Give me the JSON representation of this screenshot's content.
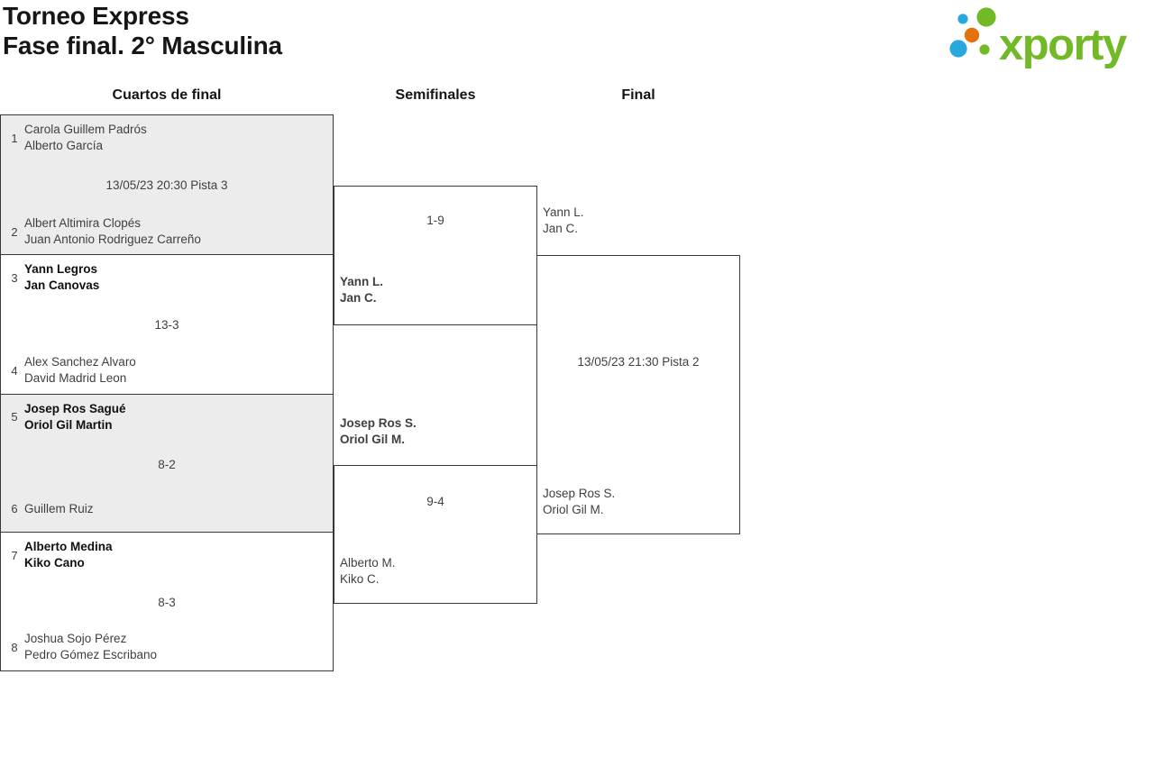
{
  "header": {
    "title_line1": "Torneo Express",
    "title_line2": "Fase final. 2° Masculina"
  },
  "logo": {
    "text": "xporty",
    "green": "#72b928",
    "blue": "#29a8e0",
    "orange": "#e2710e"
  },
  "columns": [
    {
      "label": "Cuartos de final"
    },
    {
      "label": "Semifinales"
    },
    {
      "label": "Final"
    }
  ],
  "bracket": {
    "quarterfinals": [
      {
        "seed_top": "1",
        "team_top": [
          "Carola Guillem Padrós",
          "Alberto García"
        ],
        "center": "13/05/23 20:30 Pista 3",
        "seed_bottom": "2",
        "team_bottom": [
          "Albert Altimira Clopés",
          "Juan Antonio Rodriguez Carreño"
        ],
        "winner": null
      },
      {
        "seed_top": "3",
        "team_top": [
          "Yann Legros",
          "Jan Canovas"
        ],
        "center": "13-3",
        "seed_bottom": "4",
        "team_bottom": [
          "Alex Sanchez Alvaro",
          "David Madrid Leon"
        ],
        "winner": "top"
      },
      {
        "seed_top": "5",
        "team_top": [
          "Josep Ros Sagué",
          "Oriol Gil Martin"
        ],
        "center": "8-2",
        "seed_bottom": "6",
        "team_bottom": [
          "Guillem Ruiz"
        ],
        "winner": "top"
      },
      {
        "seed_top": "7",
        "team_top": [
          "Alberto Medina",
          "Kiko Cano"
        ],
        "center": "8-3",
        "seed_bottom": "8",
        "team_bottom": [
          "Joshua Sojo Pérez",
          "Pedro Gómez Escribano"
        ],
        "winner": "top"
      }
    ],
    "semifinals": [
      {
        "score": "1-9",
        "team_bottom": [
          "Yann L.",
          "Jan C."
        ],
        "winner": "bottom"
      },
      {
        "score": "9-4",
        "team_top": [
          "Josep Ros S.",
          "Oriol Gil M."
        ],
        "team_bottom": [
          "Alberto M.",
          "Kiko C."
        ],
        "winner": "top"
      }
    ],
    "final": {
      "center": "13/05/23 21:30 Pista 2",
      "team_top": [
        "Yann L.",
        "Jan C."
      ],
      "team_bottom": [
        "Josep Ros S.",
        "Oriol Gil M."
      ],
      "winner": null
    }
  }
}
